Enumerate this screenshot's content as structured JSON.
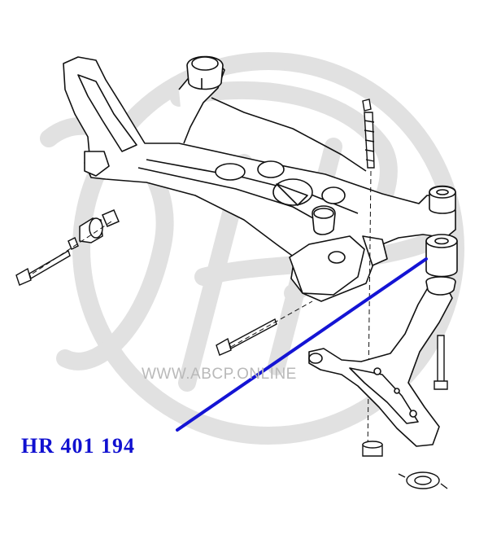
{
  "watermark": {
    "url_text": "WWW.ABCP.ONLINE",
    "logo": "abcp-monogram-circle"
  },
  "callout": {
    "part_code": "HR 401 194",
    "leader_color": "#1414d4",
    "target": "rear-control-arm-bushing"
  },
  "drawing": {
    "subject": "front-subframe-and-lower-control-arm-exploded",
    "line_color": "#111111",
    "fill_color": "#ffffff"
  }
}
